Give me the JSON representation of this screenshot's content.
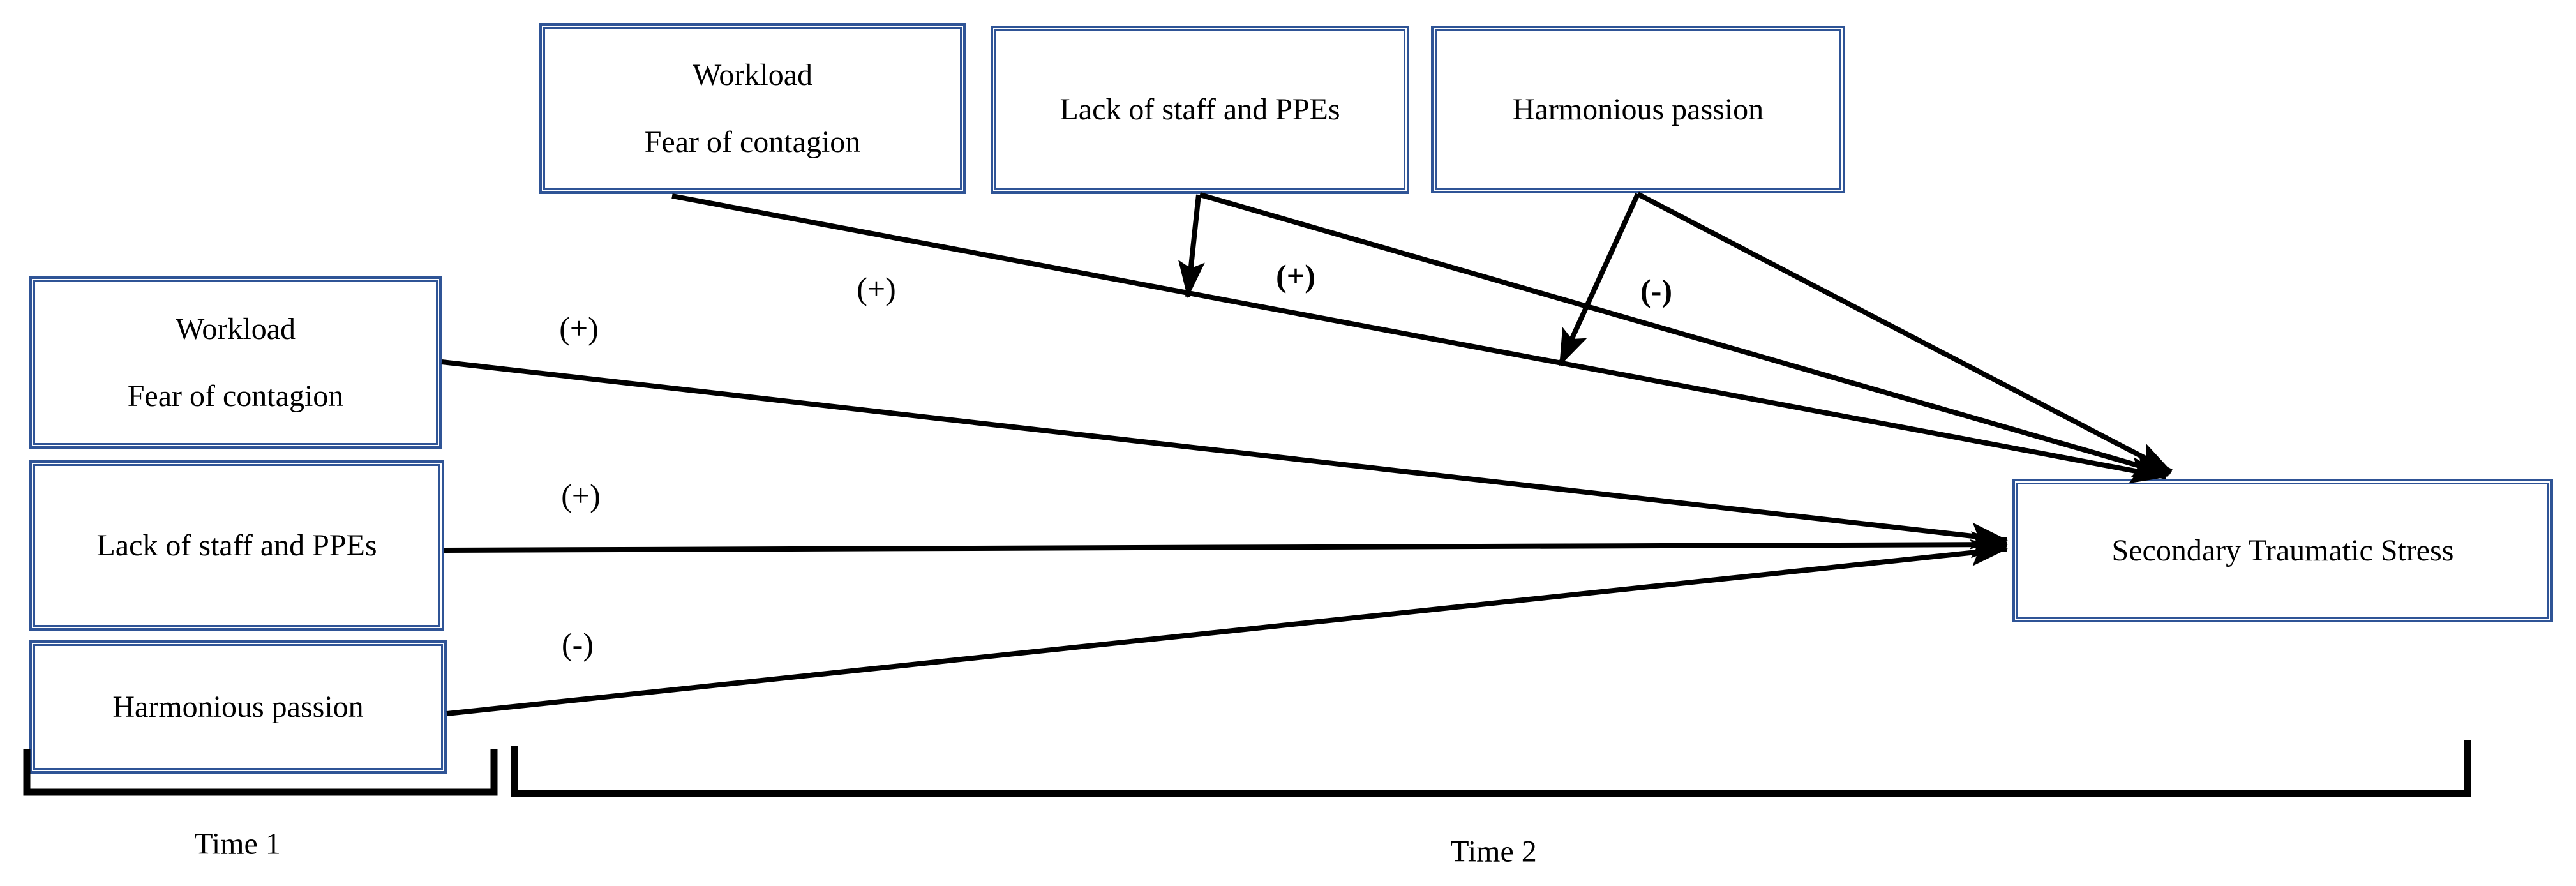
{
  "boxes": {
    "top_workload": {
      "line1": "Workload",
      "line2": "Fear of contagion"
    },
    "top_lack": {
      "label": "Lack of staff and PPEs"
    },
    "top_harmonious": {
      "label": "Harmonious passion"
    },
    "left_workload": {
      "line1": "Workload",
      "line2": "Fear of contagion"
    },
    "left_lack": {
      "label": "Lack of staff and PPEs"
    },
    "left_harmonious": {
      "label": "Harmonious passion"
    },
    "outcome": {
      "label": "Secondary Traumatic Stress"
    }
  },
  "sign_labels": {
    "top_workload_path": "(+)",
    "moderation_lack": "(+)",
    "moderation_harmonious": "(-)",
    "left_workload_path": "(+)",
    "left_lack_path": "(+)",
    "left_harmonious_path": "(-)"
  },
  "timeline": {
    "time1": "Time 1",
    "time2": "Time 2"
  },
  "colors": {
    "box_border": "#2F5496",
    "connector": "#000000",
    "text": "#000000",
    "background": "#FFFFFF"
  }
}
